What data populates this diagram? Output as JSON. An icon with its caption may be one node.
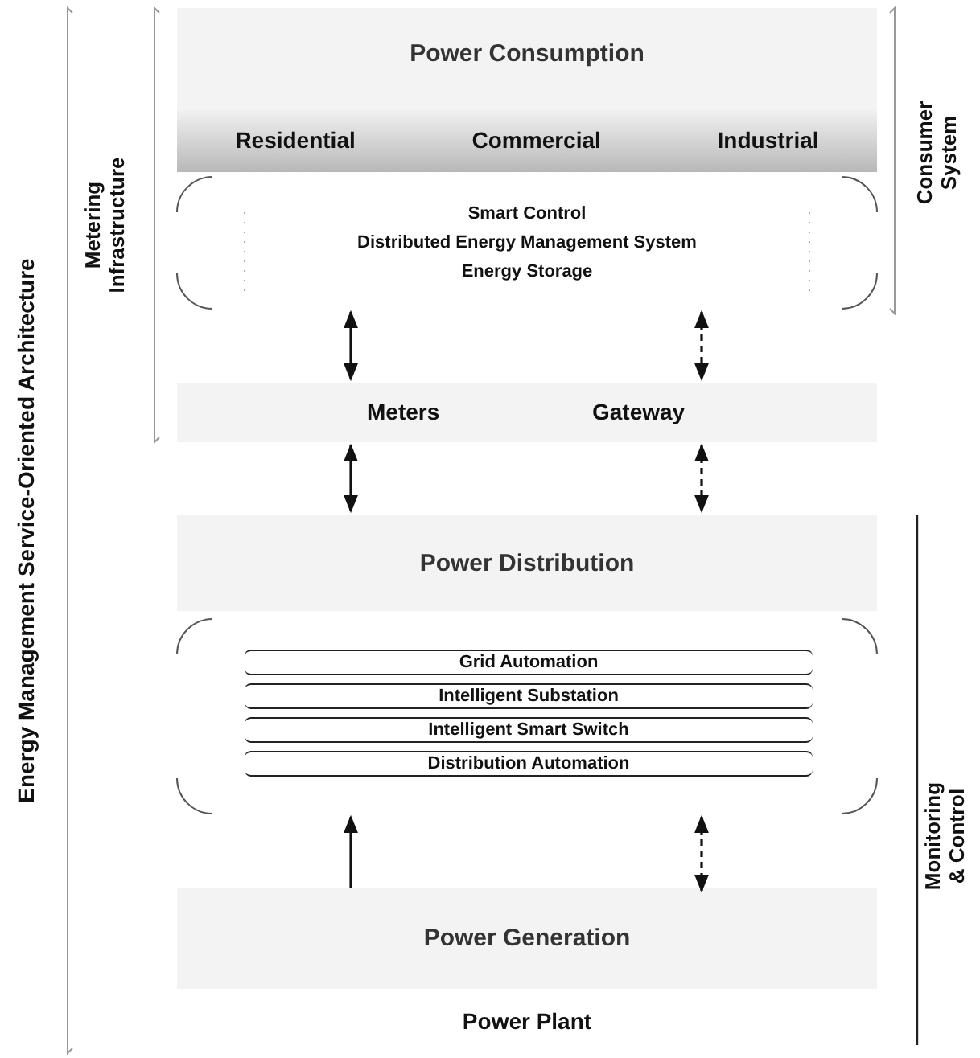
{
  "diagram": {
    "nodes": [
      {
        "text": [
          "Power Consumption"
        ]
      },
      {
        "text": [
          "Residential",
          "Commercial",
          "Industrial"
        ],
        "in": 0
      },
      {
        "text": [
          "Smart Control",
          "Distributed Energy Management System",
          "Energy Storage"
        ]
      },
      {
        "text": [
          "Meters",
          "Gateway"
        ]
      },
      {
        "text": [
          "Power Distribution"
        ]
      },
      {
        "text": [],
        "shape": "box"
      },
      {
        "text": [
          "Grid Automation"
        ],
        "in": 5
      },
      {
        "text": [
          "Intelligent Substation"
        ],
        "in": 5
      },
      {
        "text": [
          "Intelligent Smart Switch"
        ],
        "in": 5
      },
      {
        "text": [
          "Distribution Automation"
        ],
        "in": 5
      },
      {
        "text": [
          "Power Generation"
        ],
        "beside": [
          "Power Plant"
        ]
      }
    ],
    "edges": [
      {
        "from": 2,
        "to": 3,
        "arrow": "both"
      },
      {
        "from": 2,
        "to": 3,
        "arrow": "both",
        "style": "dashed"
      },
      {
        "from": 3,
        "to": 4,
        "arrow": "both"
      },
      {
        "from": 3,
        "to": 4,
        "arrow": "both",
        "style": "dashed"
      },
      {
        "from": 10,
        "to": 5,
        "arrow": "to"
      },
      {
        "from": 10,
        "to": 5,
        "arrow": "both",
        "style": "dashed"
      }
    ],
    "labels": [
      "Energy Management Service-Oriented Architecture",
      "Metering Infrastructure",
      "Consumer System",
      "Monitoring & Control"
    ]
  }
}
